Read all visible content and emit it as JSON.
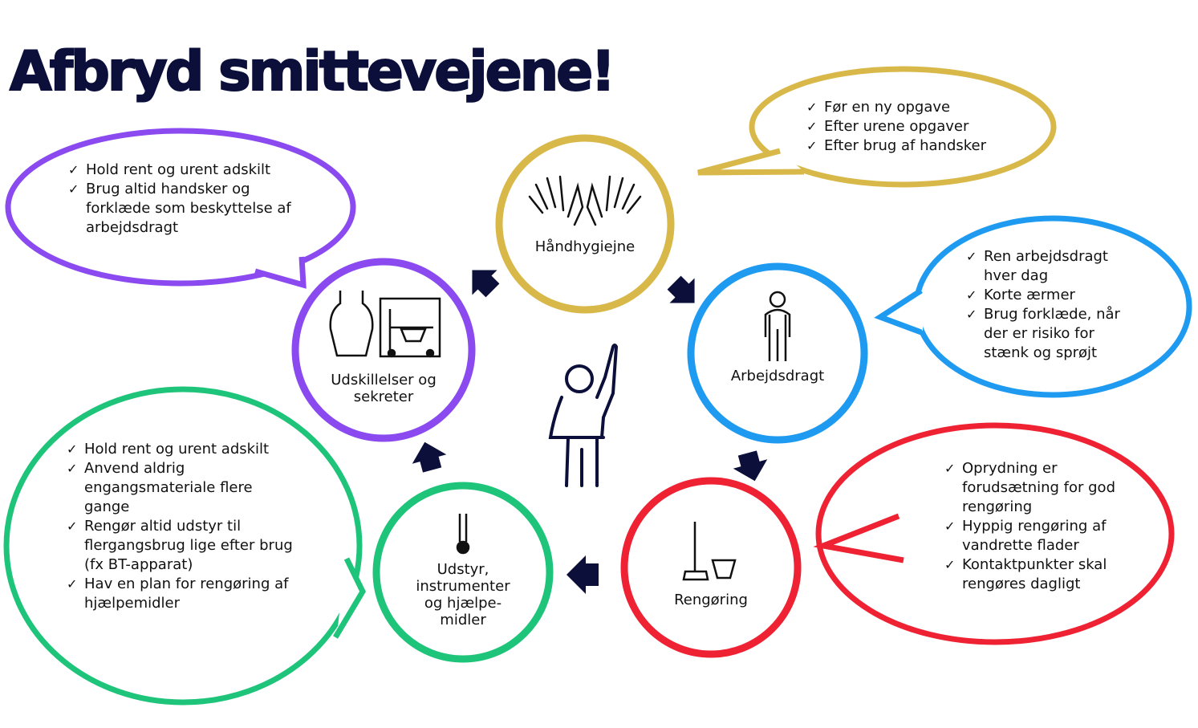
{
  "title": "Afbryd smittevejene!",
  "colors": {
    "gold": "#d9b84a",
    "purple": "#8a4af0",
    "blue": "#1e9bf0",
    "red": "#ee2233",
    "green": "#1ec47a",
    "navy": "#0b0f3a"
  },
  "nodes": {
    "haandhygiejne": {
      "label": "Håndhygiejne",
      "icon": "hands-icon"
    },
    "arbejdsdragt": {
      "label": "Arbejdsdragt",
      "icon": "uniform-person-icon"
    },
    "rengoering": {
      "label": "Rengøring",
      "icon": "broom-bucket-icon"
    },
    "udstyr": {
      "label": "Udstyr, instrumenter og hjælpe- midler",
      "icon": "thermometer-icon"
    },
    "udskillelser": {
      "label": "Udskillelser og sekreter",
      "icon": "apron-commode-icon"
    }
  },
  "bubbles": {
    "haandhygiejne": [
      "Før en ny opgave",
      "Efter urene opgaver",
      "Efter brug af handsker"
    ],
    "arbejdsdragt": [
      "Ren arbejdsdragt hver dag",
      "Korte ærmer",
      "Brug forklæde, når der er risiko for stænk og sprøjt"
    ],
    "rengoering": [
      "Oprydning er forudsætning for god rengøring",
      "Hyppig rengøring af vandrette flader",
      "Kontaktpunkter skal rengøres dagligt"
    ],
    "udstyr": [
      "Hold rent og urent adskilt",
      "Anvend aldrig engangsmateriale flere gange",
      "Rengør altid udstyr til flergangsbrug lige efter brug (fx BT-apparat)",
      "Hav en plan for rengøring af hjælpemidler"
    ],
    "udskillelser": [
      "Hold rent og urent adskilt",
      "Brug altid handsker og forklæde som beskyttelse af arbejdsdragt"
    ]
  }
}
